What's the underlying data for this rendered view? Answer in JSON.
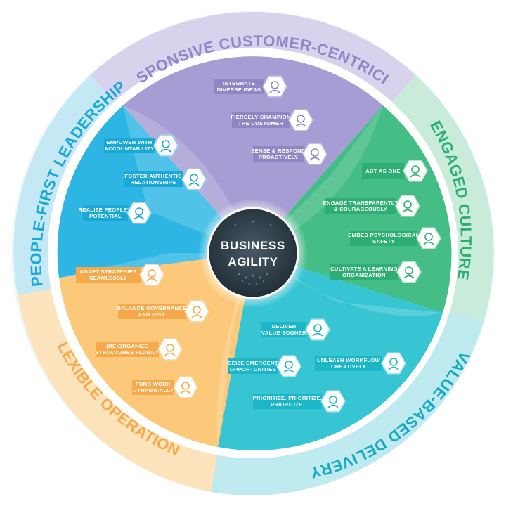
{
  "center": {
    "line1": "BUSINESS",
    "line2": "AGILITY"
  },
  "domains": [
    {
      "key": "customer",
      "title": "RESPONSIVE CUSTOMER-CENTRICITY",
      "color": "#8f86c6",
      "ring": "#c7c2e3",
      "items": [
        {
          "l1": "INTEGRATE",
          "l2": "DIVERSE IDEAS",
          "icon": "ideas-puzzle-icon"
        },
        {
          "l1": "FIERCELY CHAMPION",
          "l2": "THE CUSTOMER",
          "icon": "heart-person-icon"
        },
        {
          "l1": "SENSE & RESPOND",
          "l2": "PROACTIVELY",
          "icon": "radar-person-icon"
        }
      ]
    },
    {
      "key": "culture",
      "title": "ENGAGED CULTURE",
      "color": "#2fae74",
      "ring": "#b9e6cf",
      "items": [
        {
          "l1": "ACT AS ONE",
          "l2": "",
          "icon": "team-icon"
        },
        {
          "l1": "ENGAGE TRANSPARENTLY",
          "l2": "& COURAGEOUSLY",
          "icon": "chat-bubbles-icon"
        },
        {
          "l1": "EMBED PSYCHOLOGICAL",
          "l2": "SAFETY",
          "icon": "shield-heart-icon"
        },
        {
          "l1": "CULTIVATE A LEARNING",
          "l2": "ORGANIZATION",
          "icon": "book-plant-icon"
        }
      ]
    },
    {
      "key": "delivery",
      "title": "VALUE-BASED DELIVERY",
      "color": "#1bb7c9",
      "ring": "#a9e6ec",
      "items": [
        {
          "l1": "DELIVER",
          "l2": "VALUE SOONER",
          "icon": "diamond-clock-icon"
        },
        {
          "l1": "SEIZE EMERGENT",
          "l2": "OPPORTUNITIES",
          "icon": "target-arrow-icon"
        },
        {
          "l1": "UNLEASH WORKFLOW",
          "l2": "CREATIVELY",
          "icon": "workflow-arrow-icon"
        },
        {
          "l1": "PRIORITIZE. PRIORITIZE.",
          "l2": "PRIORITIZE.",
          "icon": "numbered-list-icon"
        }
      ]
    },
    {
      "key": "operations",
      "title": "FLEXIBLE OPERATIONS",
      "color": "#f5a94a",
      "ring": "#fbd9a8",
      "items": [
        {
          "l1": "ADAPT STRATEGIES",
          "l2": "SEAMLESSLY",
          "icon": "map-pins-icon"
        },
        {
          "l1": "BALANCE GOVERNANCE",
          "l2": "AND RISK",
          "icon": "scales-icon"
        },
        {
          "l1": "(RE)ORGANIZE",
          "l2": "STRUCTURES FLUIDLY",
          "icon": "network-icon"
        },
        {
          "l1": "FUND WORK",
          "l2": "DYNAMICALLY",
          "icon": "dollar-cycle-icon"
        }
      ]
    },
    {
      "key": "leadership",
      "title": "PEOPLE-FIRST LEADERSHIP",
      "color": "#1ba8d6",
      "ring": "#9ed8ee",
      "items": [
        {
          "l1": "EMPOWER WITH",
          "l2": "ACCOUNTABILITY",
          "icon": "hand-person-icon"
        },
        {
          "l1": "FOSTER AUTHENTIC",
          "l2": "RELATIONSHIPS",
          "icon": "handshake-icon"
        },
        {
          "l1": "REALIZE PEOPLE'S",
          "l2": "POTENTIAL",
          "icon": "head-gear-icon"
        }
      ]
    }
  ]
}
